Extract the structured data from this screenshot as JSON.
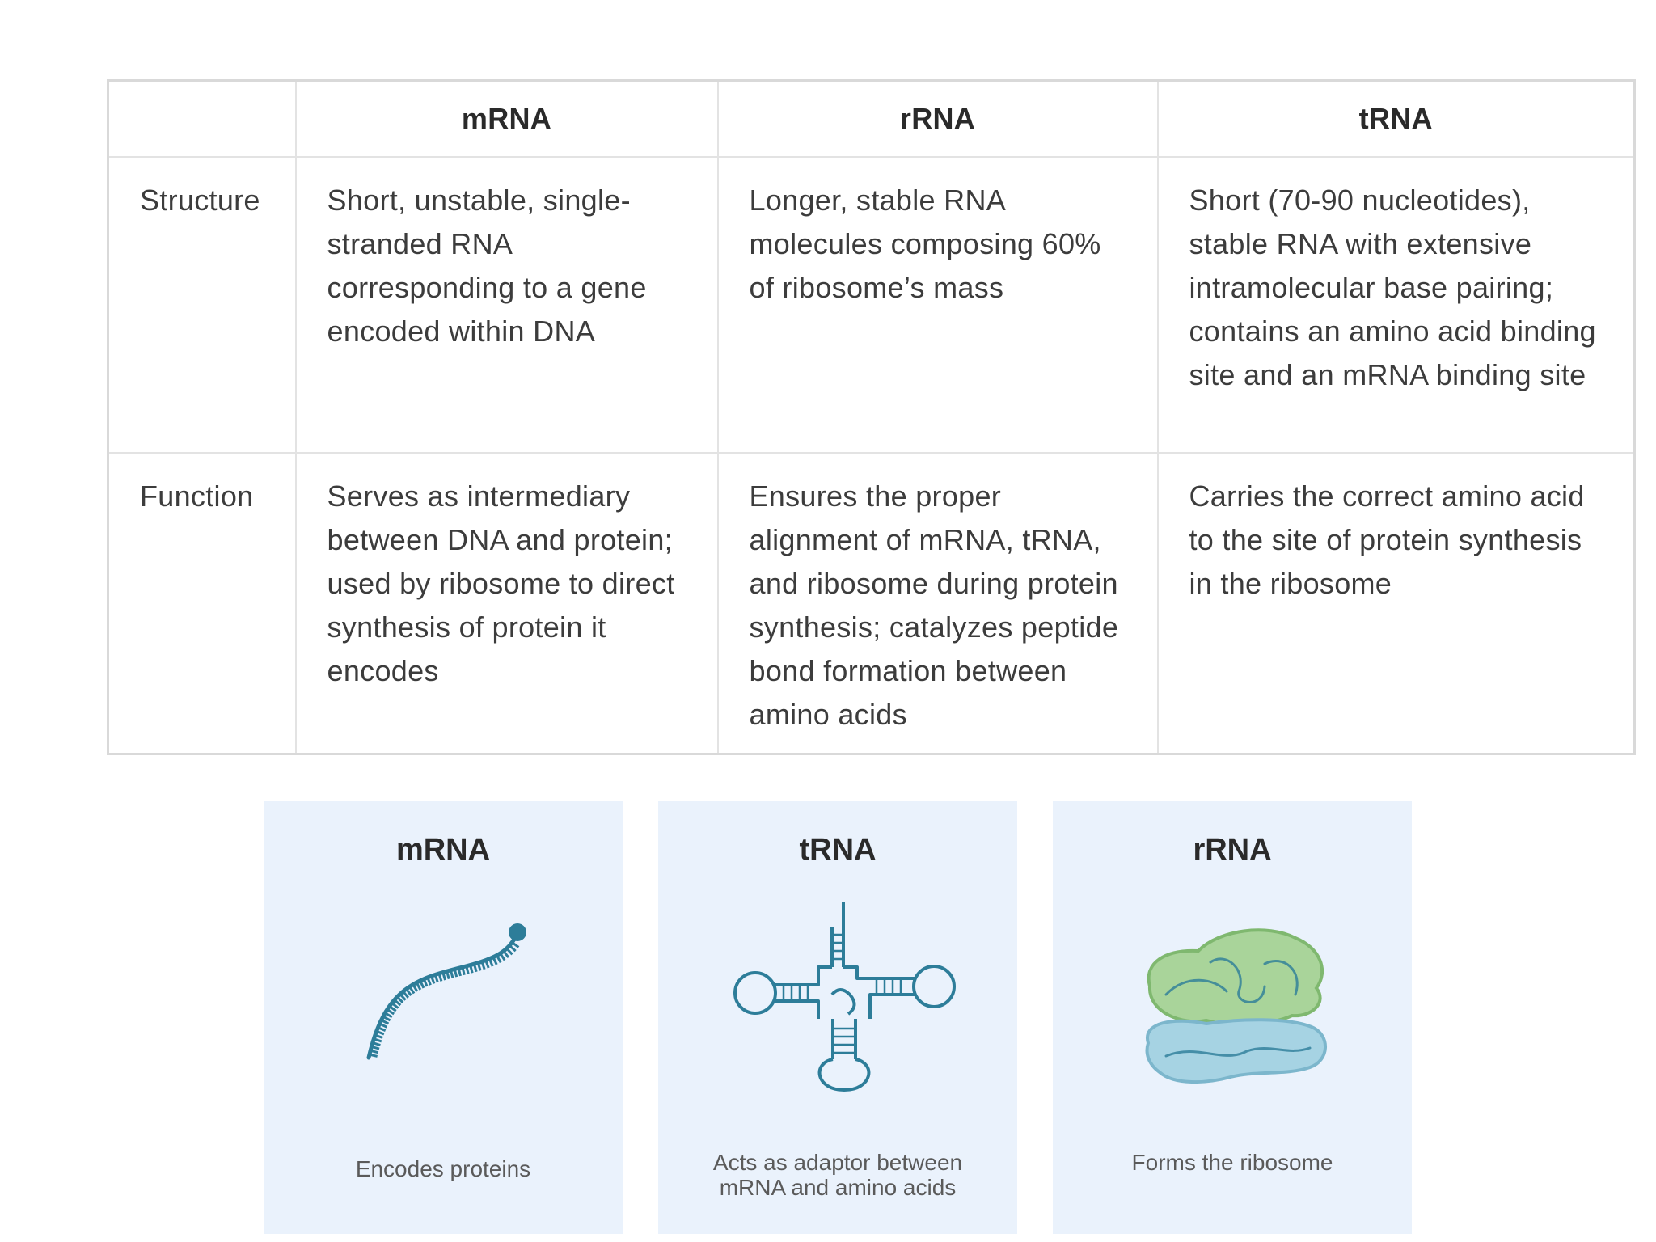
{
  "table": {
    "headers": [
      "",
      "mRNA",
      "rRNA",
      "tRNA"
    ],
    "rows": [
      {
        "label": "Structure",
        "cells": [
          "Short, unstable, single-stranded RNA corresponding to a gene encoded within DNA",
          "Longer, stable RNA molecules composing 60% of ribosome’s mass",
          "Short (70-90 nucleotides), stable RNA with extensive intramolecular base pairing; contains an amino acid binding site and an mRNA binding site"
        ]
      },
      {
        "label": "Function",
        "cells": [
          "Serves as intermediary between DNA and protein; used by ribosome to direct synthesis of protein it encodes",
          "Ensures the proper alignment of mRNA, tRNA, and ribosome during protein synthesis; catalyzes peptide bond formation between amino acids",
          "Carries the correct amino acid to the site of protein synthesis in the ribosome"
        ]
      }
    ]
  },
  "cards": [
    {
      "title": "mRNA",
      "icon": "mrna-strand-icon",
      "caption_lines": [
        "Encodes proteins"
      ]
    },
    {
      "title": "tRNA",
      "icon": "trna-cloverleaf-icon",
      "caption_lines": [
        "Acts as adaptor between",
        "mRNA and amino acids"
      ]
    },
    {
      "title": "rRNA",
      "icon": "ribosome-icon",
      "caption_lines": [
        "Forms the ribosome"
      ]
    }
  ],
  "colors": {
    "card_background": "#eaf2fc",
    "strand": "#2d7d99",
    "ribosome_large_subunit": "#a9d49a",
    "ribosome_small_subunit": "#a6d3e3"
  }
}
